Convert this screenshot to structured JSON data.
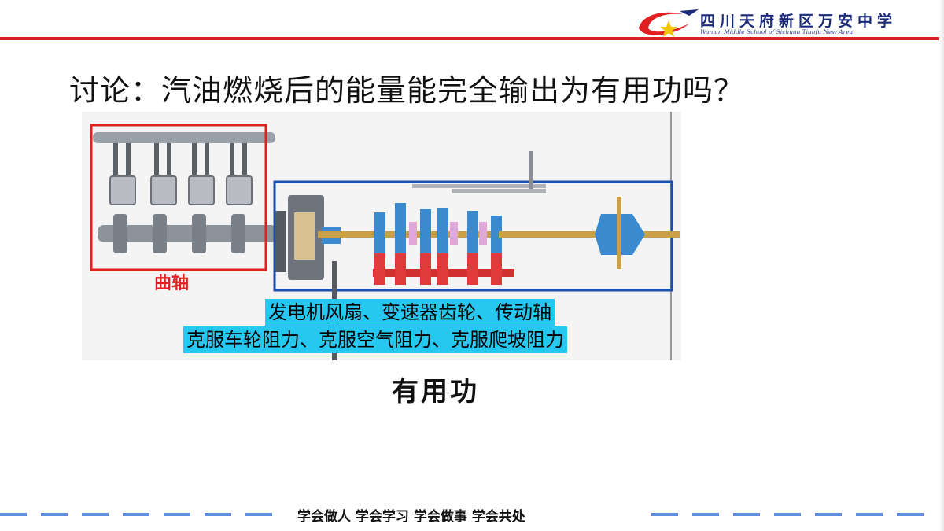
{
  "header": {
    "school_name_cn": "四川天府新区万安中学",
    "school_name_en": "Wan'an Middle School of Sichuan Tianfu New Area"
  },
  "slide": {
    "title": "讨论：汽油燃烧后的能量能完全输出为有用功吗？",
    "diagram_label": "曲轴",
    "highlight_line1": "发电机风扇、变速器齿轮、传动轴",
    "highlight_line2": "克服车轮阻力、克服空气阻力、克服爬坡阻力",
    "conclusion": "有用功"
  },
  "footer": {
    "motto": "学会做人  学会学习   学会做事   学会共处"
  },
  "colors": {
    "accent_red": "#e02020",
    "brand_blue": "#1b2a7a",
    "highlight_cyan": "#26c8f0",
    "dash_blue": "#5f8ee0"
  }
}
